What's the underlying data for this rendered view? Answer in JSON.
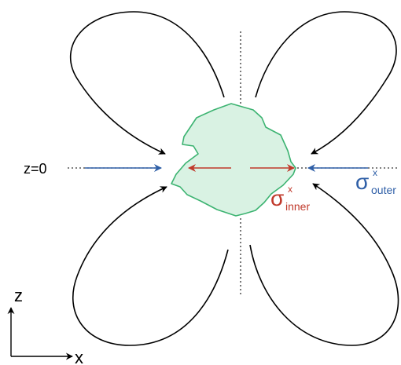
{
  "labels": {
    "z0": "z=0",
    "sigma": "σ",
    "inner_sup": "x",
    "inner_sub": "inner",
    "outer_sup": "x",
    "outer_sub": "outer",
    "axis_z": "z",
    "axis_x": "x"
  },
  "colors": {
    "loop_stroke": "#000000",
    "guide_line": "#333333",
    "blob_fill": "#d9f2e3",
    "blob_stroke": "#3cb371",
    "inner_stress": "#c0392b",
    "outer_stress": "#2f5fa7",
    "text": "#000000"
  },
  "icons": {
    "arrowhead": "arrowhead-icon"
  }
}
